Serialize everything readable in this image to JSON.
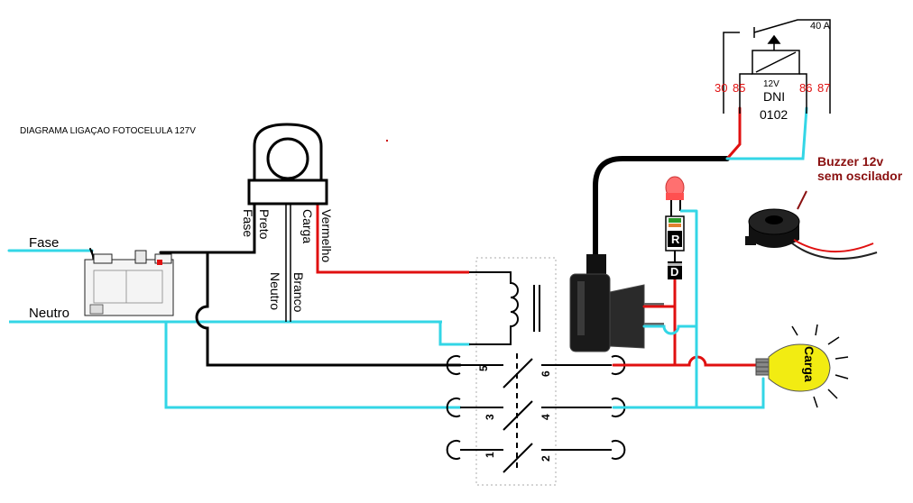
{
  "title": "DIAGRAMA LIGAÇAO FOTOCELULA 127V",
  "lines": {
    "fase": "Fase",
    "neutro": "Neutro"
  },
  "photocell": {
    "wire_preto": "Preto",
    "wire_fase": "Fase",
    "wire_carga": "Carga",
    "wire_vermelho": "Vermelho",
    "wire_neutro": "Neutro",
    "wire_branco": "Branco"
  },
  "relay_contacts": [
    "5",
    "6",
    "3",
    "4",
    "1",
    "2"
  ],
  "auto_relay": {
    "rating": "40 A",
    "voltage": "12V",
    "model": "DNI",
    "code": "0102",
    "pins": [
      "30",
      "85",
      "86",
      "87"
    ]
  },
  "led": {
    "resistor_label": "R",
    "diode_label": "D"
  },
  "buzzer": {
    "line1": "Buzzer 12v",
    "line2": "sem oscilador"
  },
  "lamp": {
    "label": "Carga"
  },
  "colors": {
    "fase": "#000000",
    "neutro": "#33d6e6",
    "positive": "#e01010",
    "buzzer_text": "#8a1010"
  }
}
